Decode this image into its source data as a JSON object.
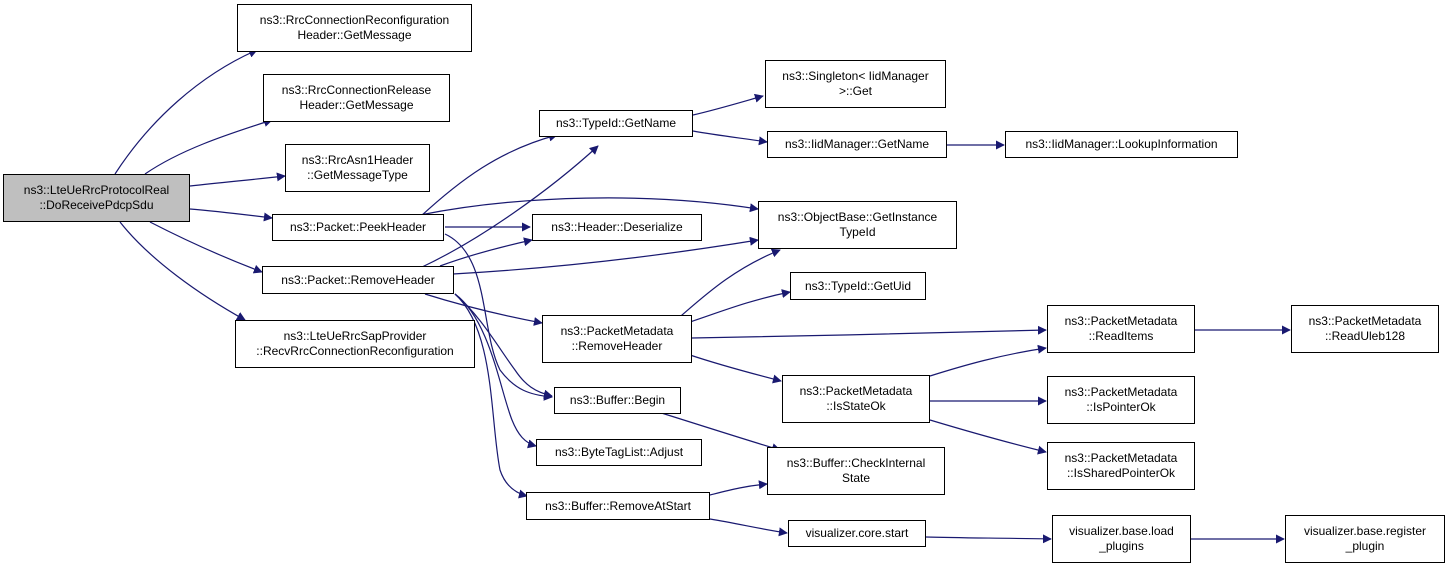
{
  "colors": {
    "edge": "#191970",
    "root_fill": "#bfbfbf",
    "node_fill": "#ffffff",
    "border": "#000000"
  },
  "nodes": {
    "lte_ue_rrc_protocol_real": [
      "ns3::LteUeRrcProtocolReal",
      "::DoReceivePdcpSdu"
    ],
    "rrc_conn_reconfig_get_message": [
      "ns3::RrcConnectionReconfiguration",
      "Header::GetMessage"
    ],
    "rrc_conn_release_get_message": [
      "ns3::RrcConnectionRelease",
      "Header::GetMessage"
    ],
    "rrc_asn1_header_get_message_type": [
      "ns3::RrcAsn1Header",
      "::GetMessageType"
    ],
    "packet_peek_header": [
      "ns3::Packet::PeekHeader"
    ],
    "packet_remove_header": [
      "ns3::Packet::RemoveHeader"
    ],
    "lte_ue_rrc_sap_provider_recv": [
      "ns3::LteUeRrcSapProvider",
      "::RecvRrcConnectionReconfiguration"
    ],
    "typeid_get_name": [
      "ns3::TypeId::GetName"
    ],
    "header_deserialize": [
      "ns3::Header::Deserialize"
    ],
    "packet_metadata_remove_header": [
      "ns3::PacketMetadata",
      "::RemoveHeader"
    ],
    "buffer_begin": [
      "ns3::Buffer::Begin"
    ],
    "byte_tag_list_adjust": [
      "ns3::ByteTagList::Adjust"
    ],
    "buffer_remove_at_start": [
      "ns3::Buffer::RemoveAtStart"
    ],
    "singleton_iidmanager_get": [
      "ns3::Singleton< IidManager",
      ">::Get"
    ],
    "iidmanager_get_name": [
      "ns3::IidManager::GetName"
    ],
    "object_base_get_instance_typeid": [
      "ns3::ObjectBase::GetInstance",
      "TypeId"
    ],
    "typeid_get_uid": [
      "ns3::TypeId::GetUid"
    ],
    "packet_metadata_is_state_ok": [
      "ns3::PacketMetadata",
      "::IsStateOk"
    ],
    "buffer_check_internal_state": [
      "ns3::Buffer::CheckInternal",
      "State"
    ],
    "visualizer_core_start": [
      "visualizer.core.start"
    ],
    "iidmanager_lookup_information": [
      "ns3::IidManager::LookupInformation"
    ],
    "packet_metadata_read_items": [
      "ns3::PacketMetadata",
      "::ReadItems"
    ],
    "packet_metadata_is_pointer_ok": [
      "ns3::PacketMetadata",
      "::IsPointerOk"
    ],
    "packet_metadata_is_shared_pointer_ok": [
      "ns3::PacketMetadata",
      "::IsSharedPointerOk"
    ],
    "visualizer_base_load_plugins": [
      "visualizer.base.load",
      "_plugins"
    ],
    "packet_metadata_read_uleb128": [
      "ns3::PacketMetadata",
      "::ReadUleb128"
    ],
    "visualizer_base_register_plugin": [
      "visualizer.base.register",
      "_plugin"
    ]
  }
}
